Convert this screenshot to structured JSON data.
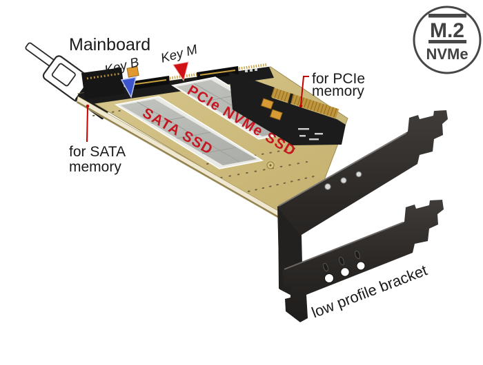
{
  "annotations": {
    "mainboard": "Mainboard",
    "key_b": "Key B",
    "key_m": "Key M",
    "pcie_memory_line1": "for PCIe",
    "pcie_memory_line2": "memory",
    "sata_memory_line1": "for SATA",
    "sata_memory_line2": "memory",
    "low_profile_bracket": "low profile bracket"
  },
  "card": {
    "slot1_label": "SATA SSD",
    "slot2_label": "PCIe NVMe SSD"
  },
  "badge": {
    "line1": "M.2",
    "line2": "NVMe"
  },
  "colors": {
    "annotation_red": "#c00000",
    "arrow_blue": "#3d55cc",
    "arrow_red": "#d01217",
    "ssd_text_red": "#c51722",
    "pcb_gold": "#ccb97a",
    "bracket_dark": "#2d2a28",
    "badge_gray": "#474747"
  }
}
